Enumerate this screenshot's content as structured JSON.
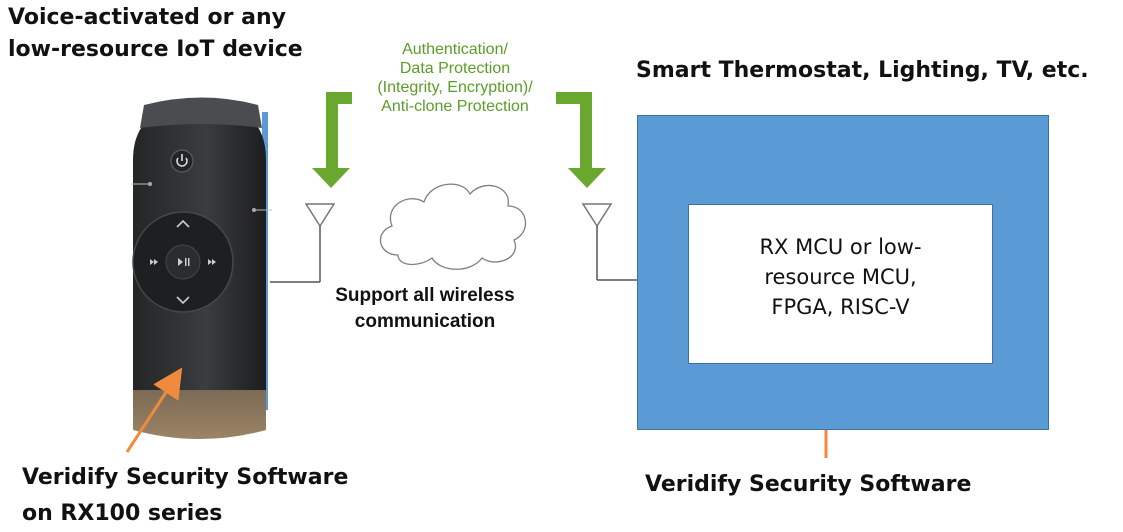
{
  "left_device": {
    "title_lines": [
      "Voice-activated or any",
      "low-resource IoT device"
    ],
    "caption_lines": [
      "Veridify Security Software",
      "on RX100 series"
    ]
  },
  "right_device": {
    "title": "Smart Thermostat, Lighting, TV, etc.",
    "mcu_lines": [
      "RX MCU or low-",
      "resource MCU,",
      "FPGA, RISC-V"
    ],
    "caption": "Veridify Security Software"
  },
  "security_features_lines": [
    "Authentication/",
    "Data Protection",
    "(Integrity, Encryption)/",
    "Anti-clone Protection"
  ],
  "wireless_lines": [
    "Support all wireless",
    "communication"
  ],
  "colors": {
    "green_arrow": "#6aa72f",
    "orange_arrow": "#f08a3c",
    "blue_box": "#5b9bd5",
    "remote_body": "#2e3033"
  },
  "icons": [
    "power-icon",
    "up-chevron-icon",
    "down-chevron-icon",
    "rewind-icon",
    "play-pause-icon",
    "fast-forward-icon",
    "antenna-icon",
    "cloud-icon"
  ]
}
